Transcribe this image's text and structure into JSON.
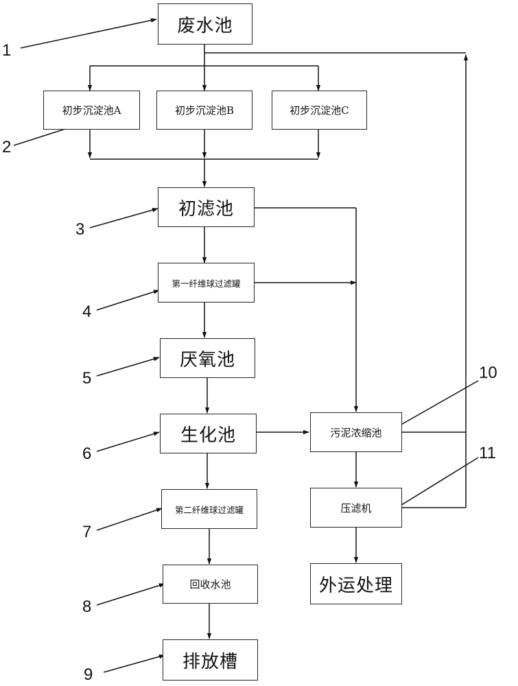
{
  "nodes": {
    "wastewater_pool": "废水池",
    "settling_a": "初步沉淀池A",
    "settling_b": "初步沉淀池B",
    "settling_c": "初步沉淀池C",
    "prefilter_pool": "初滤池",
    "fiber_filter_1": "第一纤维球过滤罐",
    "anaerobic_pool": "厌氧池",
    "bio_pool": "生化池",
    "fiber_filter_2": "第二纤维球过滤罐",
    "recovery_pool": "回收水池",
    "discharge_tank": "排放槽",
    "sludge_thickener": "污泥浓缩池",
    "filter_press": "压滤机",
    "external_disposal": "外运处理"
  },
  "labels": [
    "1",
    "2",
    "3",
    "4",
    "5",
    "6",
    "7",
    "8",
    "9",
    "10",
    "11"
  ]
}
